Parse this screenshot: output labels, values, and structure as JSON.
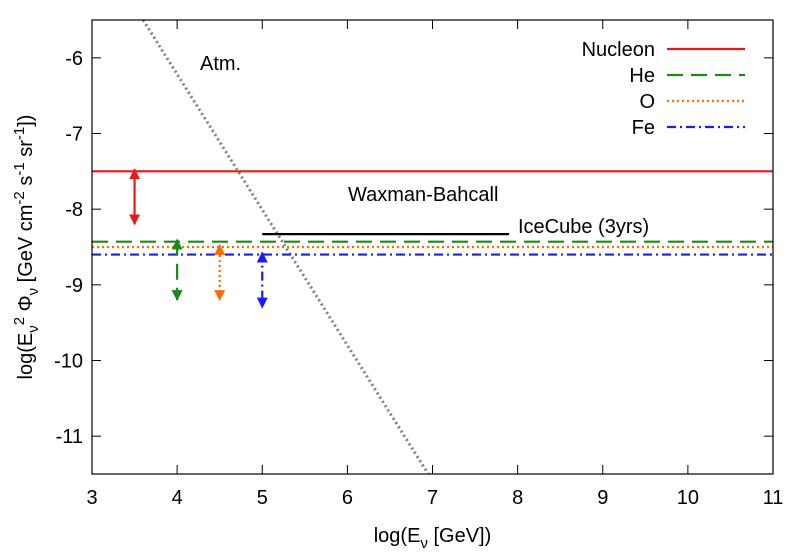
{
  "chart_data": {
    "type": "line",
    "xlabel": {
      "pre": "log(E",
      "sub": "ν",
      "post": " [GeV])"
    },
    "ylabel": {
      "parts": [
        {
          "t": "log(E"
        },
        {
          "t": "ν",
          "s": "sub"
        },
        {
          "t": "2",
          "s": "sup"
        },
        {
          "t": " Φ"
        },
        {
          "t": "ν",
          "s": "sub"
        },
        {
          "t": " [GeV cm"
        },
        {
          "t": "-2",
          "s": "sup"
        },
        {
          "t": " s"
        },
        {
          "t": "-1",
          "s": "sup"
        },
        {
          "t": " sr"
        },
        {
          "t": "-1",
          "s": "sup"
        },
        {
          "t": "])"
        }
      ]
    },
    "xlim": [
      3,
      11
    ],
    "ylim": [
      -11.5,
      -5.5
    ],
    "xticks": [
      3,
      4,
      5,
      6,
      7,
      8,
      9,
      10,
      11
    ],
    "yticks": [
      -11,
      -10,
      -9,
      -8,
      -7,
      -6
    ],
    "grid": false,
    "legend_position": "top-right",
    "series": [
      {
        "name": "Nucleon",
        "color": "#e31a1c",
        "style": "solid",
        "y": -7.5
      },
      {
        "name": "He",
        "color": "#1a8a1a",
        "style": "dashed",
        "y": -8.43
      },
      {
        "name": "O",
        "color": "#ff6a00",
        "style": "dotted",
        "y": -8.5
      },
      {
        "name": "Fe",
        "color": "#1a1aff",
        "style": "dashdot",
        "y": -8.6
      }
    ],
    "arrows": [
      {
        "series": "Nucleon",
        "x": 3.5,
        "y_top": -7.5,
        "y_bottom": -8.2,
        "style": "solid"
      },
      {
        "series": "He",
        "x": 4.0,
        "y_top": -8.43,
        "y_bottom": -9.2,
        "style": "dashed"
      },
      {
        "series": "O",
        "x": 4.5,
        "y_top": -8.5,
        "y_bottom": -9.2,
        "style": "dotted"
      },
      {
        "series": "Fe",
        "x": 5.0,
        "y_top": -8.6,
        "y_bottom": -9.3,
        "style": "dashdot"
      }
    ],
    "atm_line": {
      "label": "Atm.",
      "color": "#808080",
      "style": "dotted",
      "x": [
        3.6,
        6.95
      ],
      "y": [
        -5.5,
        -11.5
      ]
    },
    "wb_label": "Waxman-Bahcall",
    "icecube": {
      "label": "IceCube (3yrs)",
      "color": "#000000",
      "x": [
        5.0,
        7.9
      ],
      "y": -8.33
    }
  }
}
